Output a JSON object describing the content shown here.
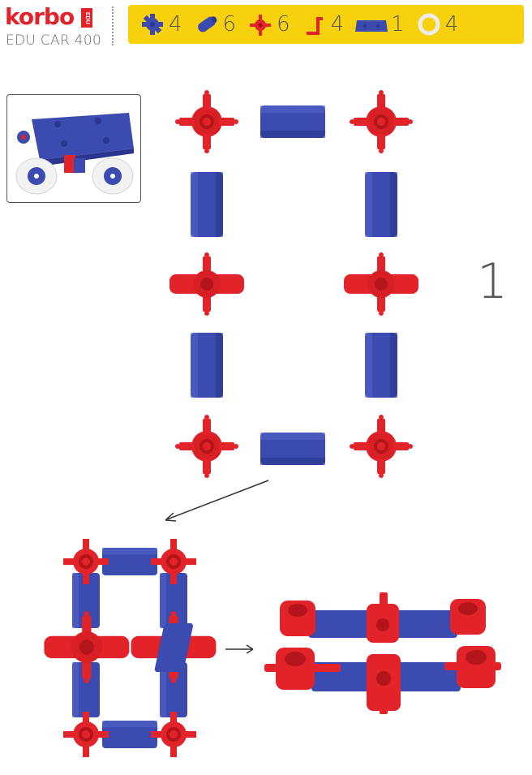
{
  "header": {
    "brand": "korbo",
    "brand_tag": "EDU",
    "model": "EDU CAR 400"
  },
  "parts": [
    {
      "icon": "gear-connector-icon",
      "color": "#3b4bb0",
      "count": "4"
    },
    {
      "icon": "tube-icon",
      "color": "#3b4bb0",
      "count": "6"
    },
    {
      "icon": "cross-connector-icon",
      "color": "#e3232a",
      "count": "6"
    },
    {
      "icon": "angle-connector-icon",
      "color": "#e3232a",
      "count": "4"
    },
    {
      "icon": "plate-icon",
      "color": "#3b4bb0",
      "count": "1"
    },
    {
      "icon": "wheel-ring-icon",
      "color": "#e8e8e8",
      "count": "4"
    }
  ],
  "step": {
    "number": "1"
  },
  "colors": {
    "red": "#e3232a",
    "blue": "#3b4bb0",
    "yellow": "#f7d10c"
  }
}
